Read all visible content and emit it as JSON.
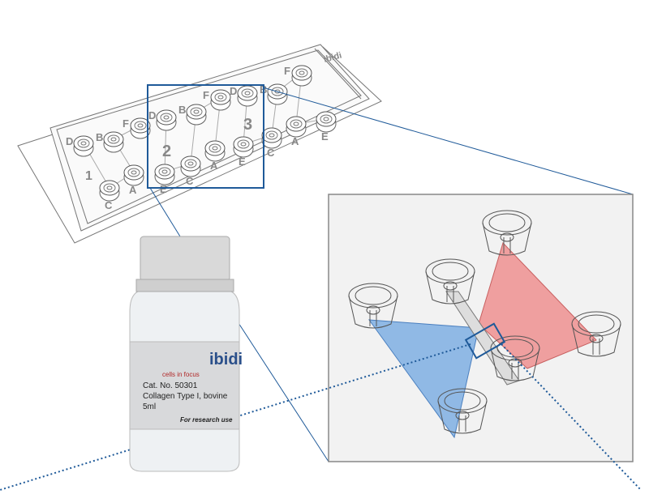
{
  "slide": {
    "brand": "ibidi",
    "channel_numbers": [
      "1",
      "2",
      "3"
    ],
    "well_labels_top": [
      "D",
      "B",
      "F",
      "D",
      "B",
      "F",
      "D",
      "B",
      "F"
    ],
    "well_labels_bottom": [
      "C",
      "A",
      "E",
      "C",
      "A",
      "E",
      "C",
      "A",
      "E"
    ]
  },
  "bottle": {
    "brand": "ibidi",
    "tagline": "cells in focus",
    "cat_no": "Cat. No. 50301",
    "product": "Collagen Type I, bovine",
    "volume": "5ml",
    "note": "For research use"
  },
  "colors": {
    "highlight": "#1f5a99",
    "chamber_blue": "#6fa6e0",
    "chamber_red": "#ee8a8a",
    "panel_bg": "#f2f2f2"
  }
}
